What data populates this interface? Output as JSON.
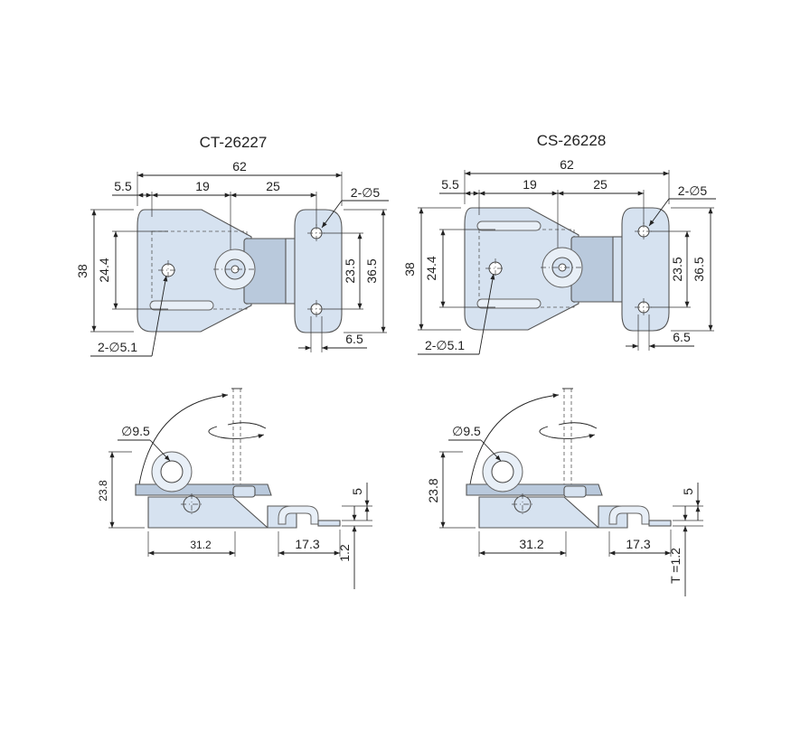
{
  "left": {
    "title": "CT-26227",
    "dims": {
      "overall": "62",
      "d55": "5.5",
      "d19": "19",
      "d25": "25",
      "holes_right": "2-∅5",
      "h38": "38",
      "h244": "24.4",
      "h235": "23.5",
      "h365": "36.5",
      "d65": "6.5",
      "holes_left": "2-∅5.1",
      "dia95": "∅9.5",
      "h238": "23.8",
      "d312": "31.2",
      "d173": "17.3",
      "d5": "5",
      "t12": "1.2"
    }
  },
  "right": {
    "title": "CS-26228",
    "dims": {
      "overall": "62",
      "d55": "5.5",
      "d19": "19",
      "d25": "25",
      "holes_right": "2-∅5",
      "h38": "38",
      "h244": "24.4",
      "h235": "23.5",
      "h365": "36.5",
      "d65": "6.5",
      "holes_left": "2-∅5.1",
      "dia95": "∅9.5",
      "h238": "23.8",
      "d312": "31.2",
      "d173": "17.3",
      "d5": "5",
      "t12": "T =1.2"
    }
  }
}
